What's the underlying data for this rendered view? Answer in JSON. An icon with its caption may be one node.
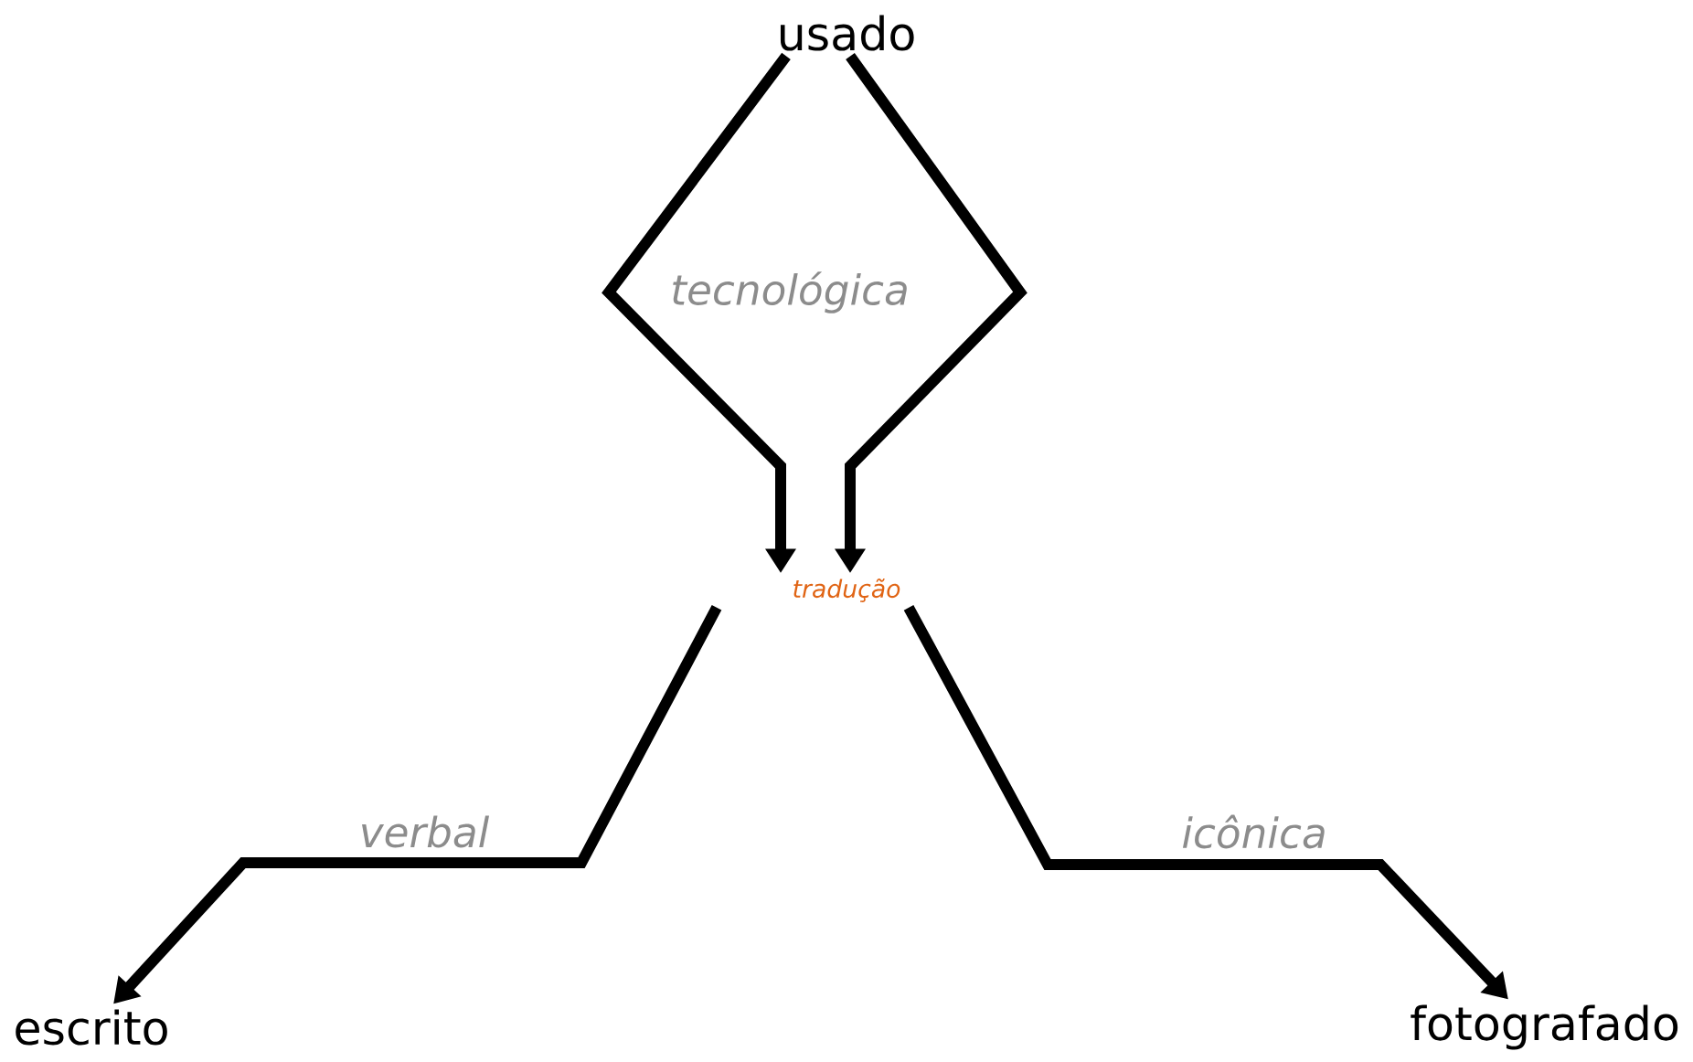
{
  "diagram": {
    "nodes": [
      {
        "text": [
          "usado"
        ]
      },
      {
        "text": [
          "tradução"
        ]
      },
      {
        "text": [
          "escrito"
        ]
      },
      {
        "text": [
          "fotografado"
        ]
      }
    ],
    "edges": [
      {
        "from": 0,
        "to": 1,
        "arrow": "to",
        "label": "tecnológica"
      },
      {
        "from": 0,
        "to": 1,
        "arrow": "to"
      },
      {
        "from": 1,
        "to": 2,
        "arrow": "to",
        "label": "verbal"
      },
      {
        "from": 1,
        "to": 3,
        "arrow": "to",
        "label": "icônica"
      }
    ]
  }
}
